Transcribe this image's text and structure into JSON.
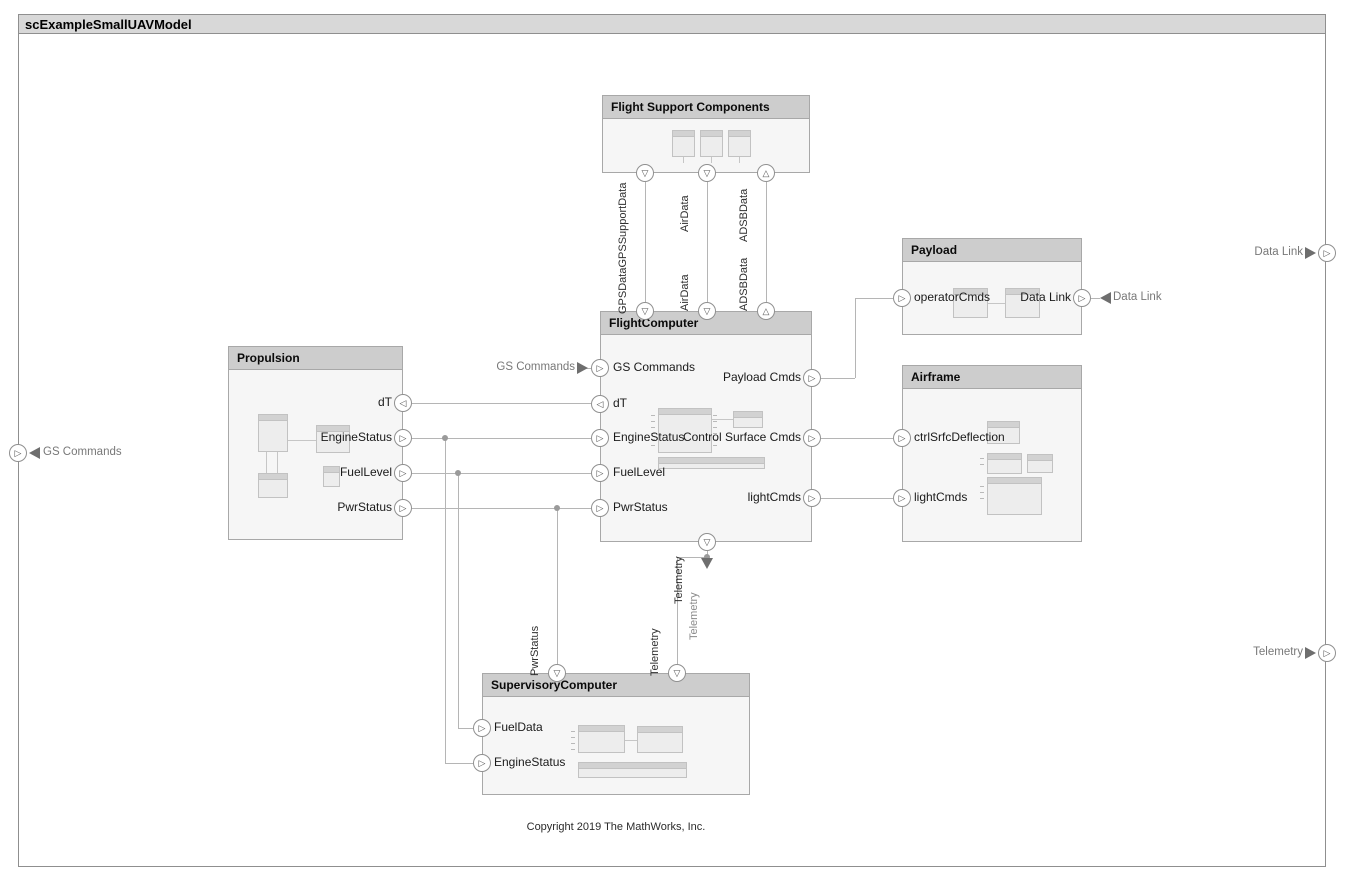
{
  "window": {
    "title": "scExampleSmallUAVModel"
  },
  "copyright": "Copyright 2019 The MathWorks, Inc.",
  "colors": {
    "title_bg": "#d8d8d8",
    "block_header_bg": "#cdcdcd",
    "block_bg": "#f6f6f6",
    "block_border": "#a8a8a8",
    "connector_line": "#b5b5b5",
    "solid_marker": "#6e6e6e"
  },
  "glyphs": {
    "right": "▷",
    "left": "◁",
    "down": "▽",
    "up": "△"
  },
  "blocks": {
    "fsc": {
      "title": "Flight Support Components"
    },
    "flightComputer": {
      "title": "FlightComputer",
      "ports": {
        "gsCommands": "GS Commands",
        "dt": "dT",
        "engineStatus": "EngineStatus",
        "fuelLevel": "FuelLevel",
        "pwrStatus": "PwrStatus",
        "payloadCmds": "Payload Cmds",
        "controlSurfaceCmds": "Control Surface Cmds",
        "lightCmds": "lightCmds"
      }
    },
    "propulsion": {
      "title": "Propulsion",
      "ports": {
        "dt": "dT",
        "engineStatus": "EngineStatus",
        "fuelLevel": "FuelLevel",
        "pwrStatus": "PwrStatus"
      }
    },
    "payload": {
      "title": "Payload",
      "ports": {
        "operatorCmds": "operatorCmds",
        "dataLink": "Data Link"
      }
    },
    "airframe": {
      "title": "Airframe",
      "ports": {
        "ctrlSrfcDeflection": "ctrlSrfcDeflection",
        "lightCmds": "lightCmds"
      }
    },
    "supervisoryComputer": {
      "title": "SupervisoryComputer",
      "ports": {
        "fuelData": "FuelData",
        "engineStatus": "EngineStatus"
      }
    }
  },
  "lineLabels": {
    "gps": "GPSDataGPSSupportData",
    "airDataTop": "AirData",
    "airDataBottom": "AirData",
    "adsbTop": "ADSBData",
    "adsbBottom": "ADSBData",
    "pwrStatus": "PwrStatus",
    "telemetryToSc": "Telemetry",
    "telemetryLine": "Telemetry",
    "telemetryTap": "Telemetry"
  },
  "connectors": {
    "gsCommandsToFc": "GS Commands",
    "dataLinkFromPayload": "Data Link"
  },
  "boundaryPorts": {
    "gsCommands": "GS Commands",
    "dataLink": "Data Link",
    "telemetry": "Telemetry"
  }
}
